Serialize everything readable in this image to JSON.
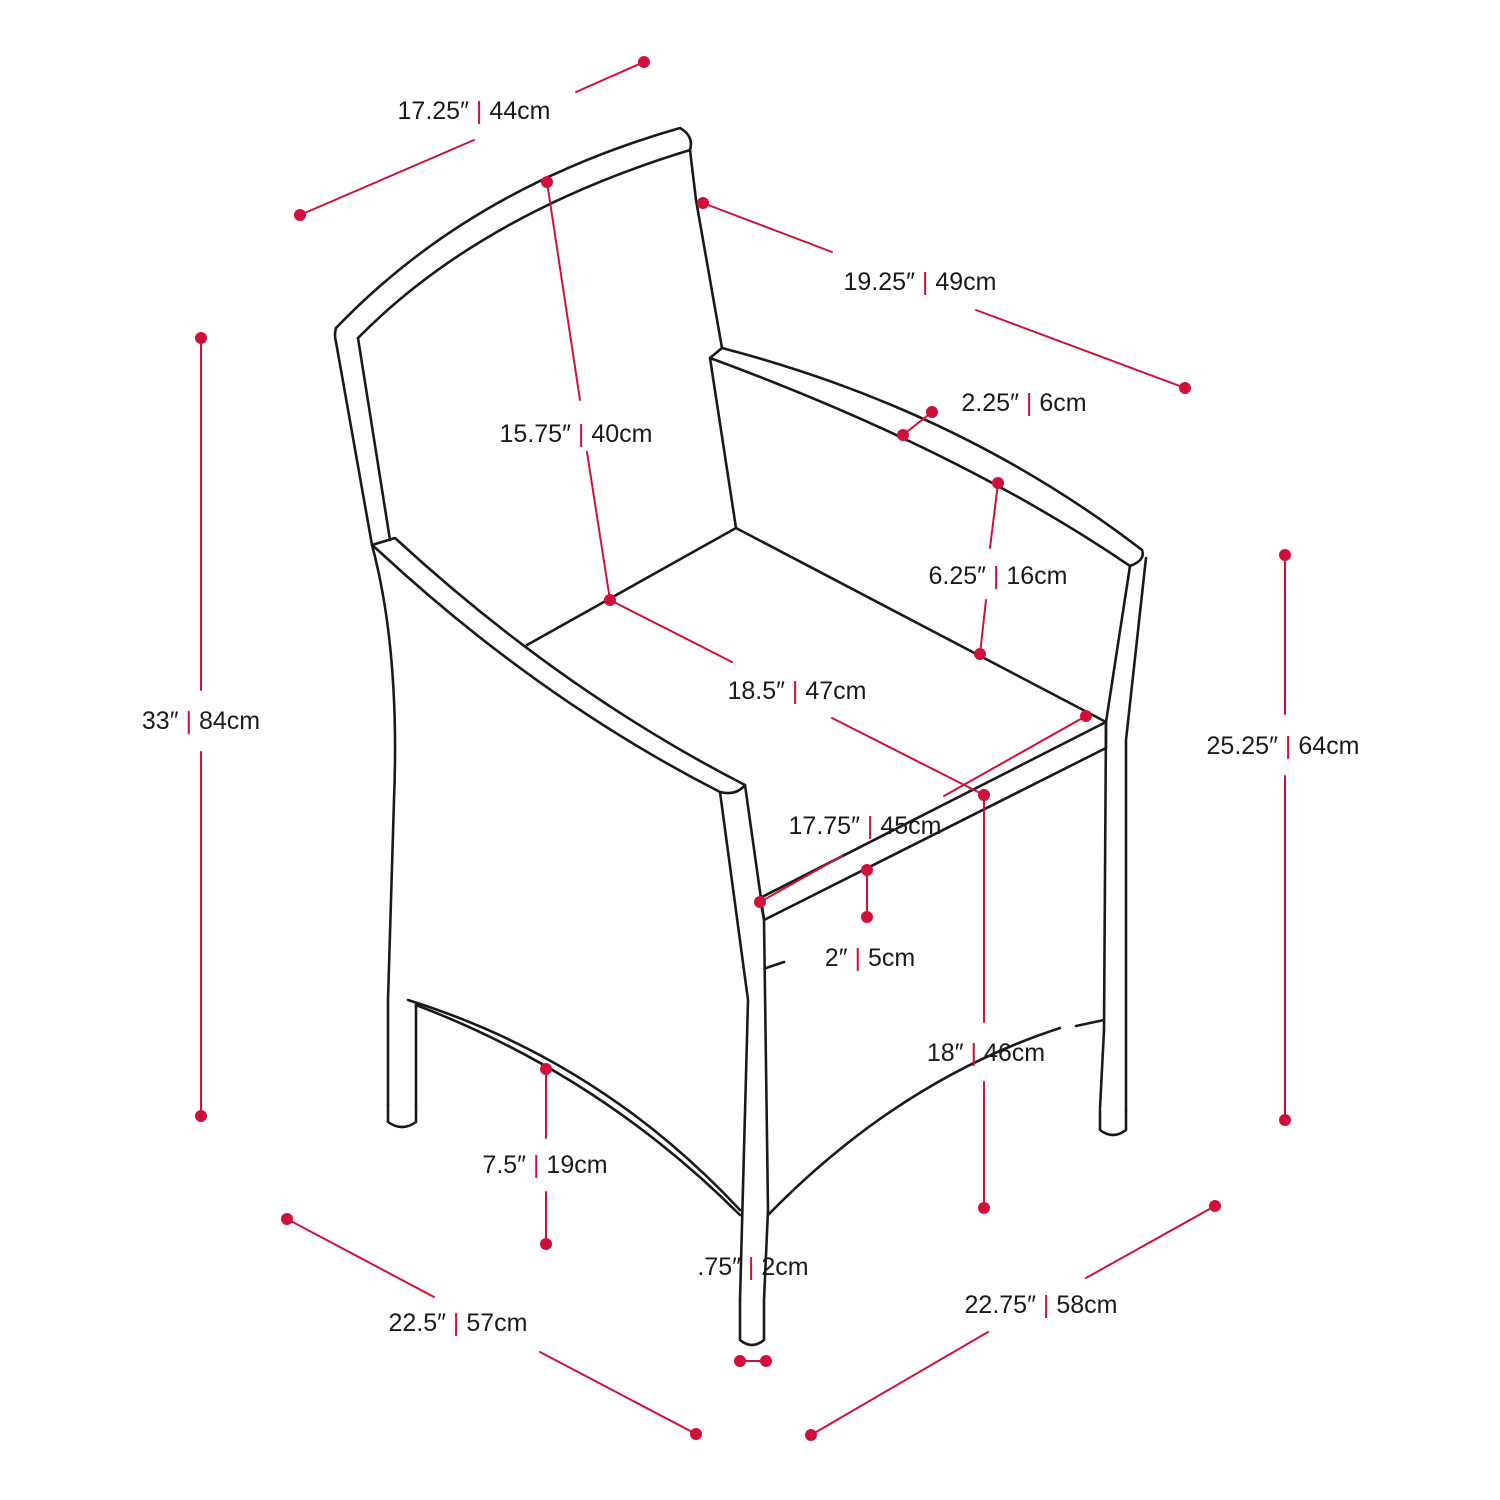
{
  "colors": {
    "accent": "#d0103a",
    "line": "#1a1a1a",
    "background": "#ffffff"
  },
  "dimensions": [
    {
      "id": "back-top-width",
      "inch": "17.25″",
      "cm": "44cm"
    },
    {
      "id": "arm-depth",
      "inch": "19.25″",
      "cm": "49cm"
    },
    {
      "id": "arm-width",
      "inch": "2.25″",
      "cm": "6cm"
    },
    {
      "id": "backrest-height",
      "inch": "15.75″",
      "cm": "40cm"
    },
    {
      "id": "arm-height",
      "inch": "6.25″",
      "cm": "16cm"
    },
    {
      "id": "seat-width",
      "inch": "18.5″",
      "cm": "47cm"
    },
    {
      "id": "overall-height",
      "inch": "33″",
      "cm": "84cm"
    },
    {
      "id": "arm-floor-height",
      "inch": "25.25″",
      "cm": "64cm"
    },
    {
      "id": "seat-depth",
      "inch": "17.75″",
      "cm": "45cm"
    },
    {
      "id": "seat-thickness",
      "inch": "2″",
      "cm": "5cm"
    },
    {
      "id": "seat-height",
      "inch": "18″",
      "cm": "46cm"
    },
    {
      "id": "leg-clearance",
      "inch": "7.5″",
      "cm": "19cm"
    },
    {
      "id": "leg-diameter",
      "inch": ".75″",
      "cm": "2cm"
    },
    {
      "id": "overall-width",
      "inch": "22.5″",
      "cm": "57cm"
    },
    {
      "id": "overall-depth",
      "inch": "22.75″",
      "cm": "58cm"
    }
  ]
}
